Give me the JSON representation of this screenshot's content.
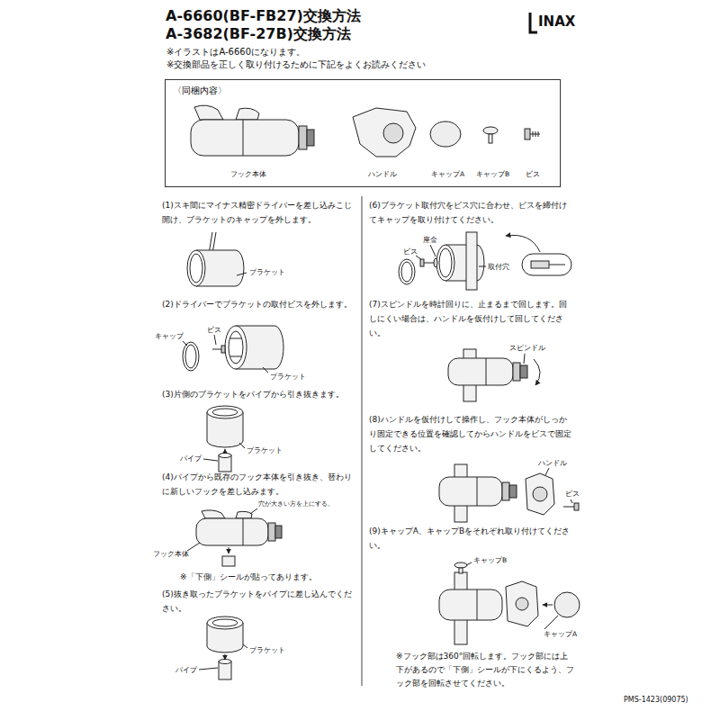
{
  "diagram": {
    "title": "A-6660(BF-FB27)交換方法 A-3682(BF-27B)交換方法",
    "nodes": [
      {
        "text": [
          "〈同梱内容〉",
          "フック本体",
          "ハンドル",
          "キャップA",
          "キャップB",
          "ビス"
        ]
      }
    ],
    "labels": [
      "INAX",
      "※イラストはA-6660になります。",
      "※交換部品を正しく取り付けるために下記をよくお読みください",
      "(1)スキ間にマイナス精密ドライバーを差し込みこじ開け、ブラケットのキャップを外します。",
      "ブラケット",
      "(2)ドライバーでブラケットの取付ビスを外します。",
      "キャップ",
      "ビス",
      "ブラケット",
      "(3)片側のブラケットをパイプから引き抜きます。",
      "パイプ",
      "ブラケット",
      "(4)パイプから既存のフック本体を引き抜き、替わりに新しいフックを差し込みます。",
      "穴が大きい方を上にする。",
      "フック本体",
      "※「下側」シールが貼ってあります。",
      "(5)抜き取ったブラケットをパイプに差し込んでください。",
      "パイプ",
      "ブラケット",
      "(6)ブラケット取付穴をビス穴に合わせ、ビスを締付けてキャップを取り付けてください。",
      "座金",
      "ビス",
      "取付穴",
      "(7)スピンドルを時計回りに、止まるまで回します。回しにくい場合は、ハンドルを仮付けして回してください。",
      "スピンドル",
      "(8)ハンドルを仮付けして操作し、フック本体がしっかり固定できる位置を確認してからハンドルをビスで固定してください。",
      "ハンドル",
      "ビス",
      "(9)キャップA、キャップBをそれぞれ取り付けてください。",
      "キャップB",
      "キャップA",
      "※フック部は360°回転します。フック部には上下があるので「下側」シールが下にくるよう、フック部を回転させてください。",
      "PMS-1423(09075)"
    ]
  }
}
